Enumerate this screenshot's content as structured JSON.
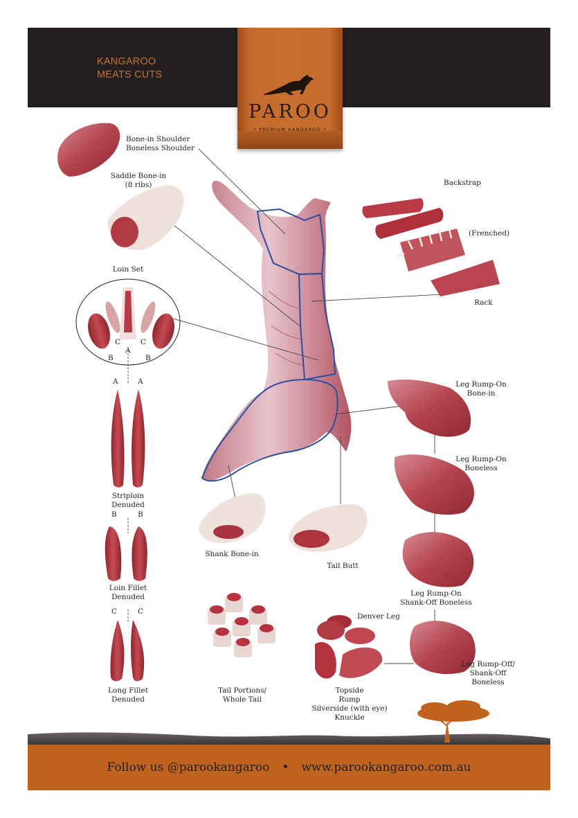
{
  "header": {
    "title_line1": "KANGAROO",
    "title_line2": "MEATS CUTS"
  },
  "brand": {
    "name": "PAROO",
    "tagline": "• PREMIUM KANGAROO •",
    "logo_icon": "kangaroo-silhouette-icon"
  },
  "cuts": {
    "shoulder_1": "Bone-in Shoulder",
    "shoulder_2": "Boneless Shoulder",
    "saddle_1": "Saddle Bone-in",
    "saddle_2": "(8 ribs)",
    "loin_set": "Loin Set",
    "backstrap": "Backstrap",
    "frenched": "(Frenched)",
    "rack": "Rack",
    "leg_rump_on_bone_in_1": "Leg Rump-On",
    "leg_rump_on_bone_in_2": "Bone-in",
    "leg_rump_on_boneless_1": "Leg Rump-On",
    "leg_rump_on_boneless_2": "Boneless",
    "leg_rump_on_shank_off_1": "Leg Rump-On",
    "leg_rump_on_shank_off_2": "Shank-Off Boneless",
    "leg_rump_off_1": "Leg Rump-Off/",
    "leg_rump_off_2": "Shank-Off",
    "leg_rump_off_3": "Boneless",
    "denver_leg": "Denver Leg",
    "topside": "Topside",
    "rump": "Rump",
    "silverside": "Silverside (with eye)",
    "knuckle": "Knuckle",
    "striploin_1": "Striploin",
    "striploin_2": "Denuded",
    "loin_fillet_1": "Loin Fillet",
    "loin_fillet_2": "Denuded",
    "long_fillet_1": "Long Fillet",
    "long_fillet_2": "Denuded",
    "shank_bone_in": "Shank Bone-in",
    "tail_butt": "Tail Butt",
    "tail_portions_1": "Tail Portions/",
    "tail_portions_2": "Whole Tail"
  },
  "letters": {
    "a": "A",
    "b": "B",
    "c": "C"
  },
  "footer": {
    "social": "Follow us @parookangaroo",
    "separator": "•",
    "website": "www.parookangaroo.com.au"
  },
  "colors": {
    "header_bg": "#231f20",
    "brand_orange": "#c8702f",
    "title_orange": "#c8702a",
    "footer_orange": "#c0631f",
    "outline_blue": "#2b4ea0",
    "meat_red": "#b4313a"
  }
}
